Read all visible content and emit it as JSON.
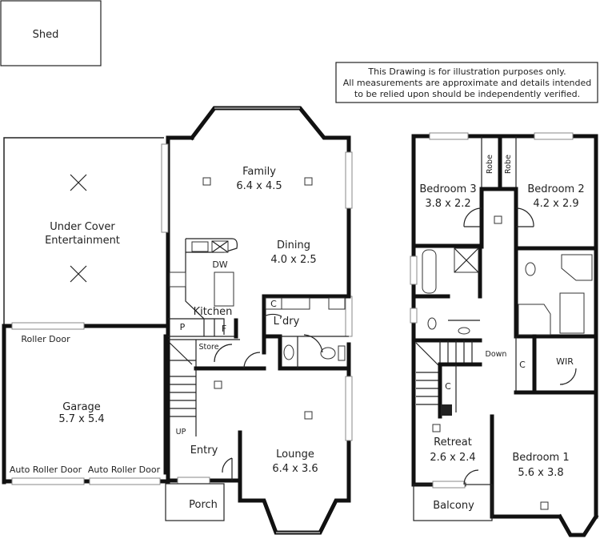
{
  "shed": "Shed",
  "disclaimer": [
    "This Drawing is for illustration purposes only.",
    "All measurements are approximate and details intended",
    "to be relied upon should be independently verified."
  ],
  "ground": {
    "under_cover": [
      "Under Cover",
      "Entertainment"
    ],
    "roller_door": "Roller Door",
    "garage": {
      "name": "Garage",
      "size": "5.7 x 5.4"
    },
    "auto_roller_door_1": "Auto Roller Door",
    "auto_roller_door_2": "Auto Roller Door",
    "family": {
      "name": "Family",
      "size": "6.4 x 4.5"
    },
    "dining": {
      "name": "Dining",
      "size": "4.0 x 2.5"
    },
    "kitchen": "Kitchen",
    "dw": "DW",
    "pantry": "P",
    "fridge": "F",
    "store": "Store",
    "cupboard": "C",
    "laundry": "L’dry",
    "up": "UP",
    "entry": "Entry",
    "lounge": {
      "name": "Lounge",
      "size": "6.4 x 3.6"
    },
    "porch": "Porch"
  },
  "upper": {
    "bedroom3": {
      "name": "Bedroom 3",
      "size": "3.8 x 2.2"
    },
    "bedroom2": {
      "name": "Bedroom 2",
      "size": "4.2 x 2.9"
    },
    "robe1": "Robe",
    "robe2": "Robe",
    "down": "Down",
    "cupboard1": "C",
    "cupboard2": "C",
    "wir": "WIR",
    "retreat": {
      "name": "Retreat",
      "size": "2.6 x 2.4"
    },
    "bedroom1": {
      "name": "Bedroom 1",
      "size": "5.6 x 3.8"
    },
    "balcony": "Balcony"
  }
}
